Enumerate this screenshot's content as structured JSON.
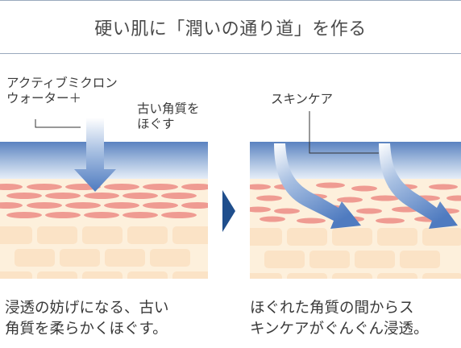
{
  "title": "硬い肌に「潤いの通り道」を作る",
  "left_panel": {
    "label_product": "アクティブミクロン\nウォーター＋",
    "label_action": "古い角質を\nほぐす",
    "caption": "浸透の妨げになる、古い\n角質を柔らかくほぐす。"
  },
  "right_panel": {
    "label_product": "スキンケア",
    "caption": "ほぐれた角質の間からス\nキンケアがぐんぐん浸透。"
  },
  "colors": {
    "accent_blue": "#5b84c4",
    "arrow_dark": "#1f4e8c",
    "cell_pink": "#ef9b92",
    "cell_beige": "#fbe3c6"
  }
}
